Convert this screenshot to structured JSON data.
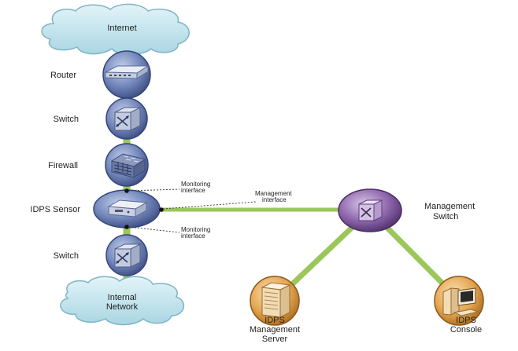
{
  "nodes": {
    "internet": "Internet",
    "router": "Router",
    "switch_top": "Switch",
    "firewall": "Firewall",
    "idps_sensor": "IDPS Sensor",
    "switch_bottom": "Switch",
    "internal_network": [
      "Internal",
      "Network"
    ],
    "management_switch": [
      "Management",
      "Switch"
    ],
    "idps_management_server": [
      "IDPS",
      "Management",
      "Server"
    ],
    "idps_console": [
      "IDPS",
      "Console"
    ]
  },
  "annotations": {
    "monitoring_interface_top": [
      "Monitoring",
      "interface"
    ],
    "management_interface": [
      "Management",
      "interface"
    ],
    "monitoring_interface_bottom": [
      "Monitoring",
      "interface"
    ]
  },
  "colors": {
    "link_green": "#9bc75a",
    "device_blue": "#6f83b8",
    "device_purple": "#8a62a8",
    "device_orange": "#e3a54f",
    "cloud": "#bfe3ec"
  }
}
